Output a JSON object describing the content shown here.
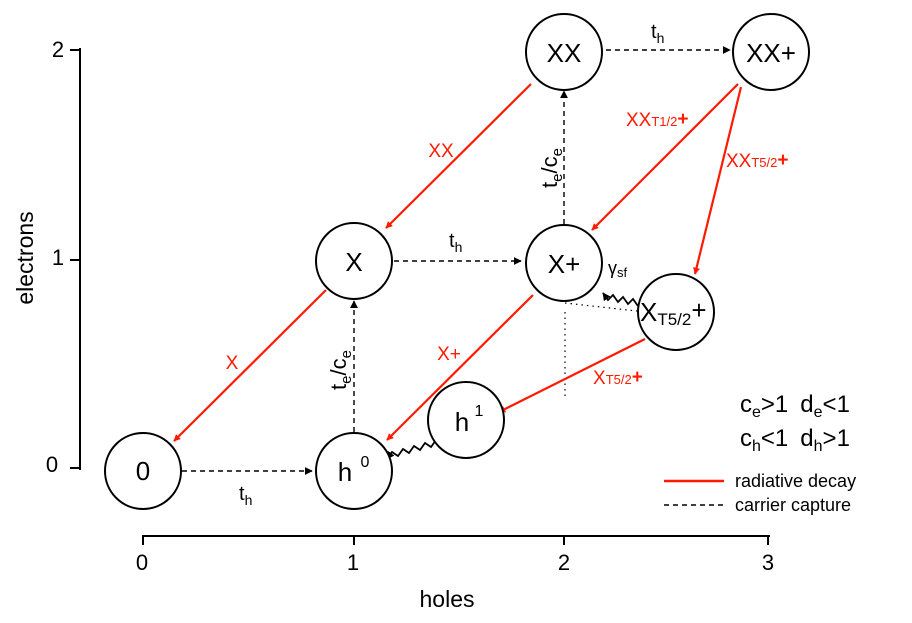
{
  "axes": {
    "x_label": "holes",
    "y_label": "electrons",
    "x_ticks": [
      "0",
      "1",
      "2",
      "3"
    ],
    "y_ticks": [
      "0",
      "1",
      "2"
    ]
  },
  "nodes": {
    "n0": "0",
    "h0_base": "h",
    "h0_sup": "0",
    "X": "X",
    "h1_base": "h",
    "h1_sup": "1",
    "Xplus": "X+",
    "XX": "XX",
    "XXplus": "XX+",
    "XT52_base": "X",
    "XT52_sub": "T5/2",
    "XT52_plus": "+"
  },
  "transitions": {
    "X": "X",
    "XX": "XX",
    "Xplus": "X+",
    "XXT12_base": "XX",
    "XXT12_sub": "T1/2",
    "XXT12_plus": "+",
    "XXT52_base": "XX",
    "XXT52_sub": "T5/2",
    "XXT52_plus": "+",
    "XT52_base": "X",
    "XT52_sub": "T5/2",
    "XT52_plus": "+"
  },
  "captures": {
    "th_base": "t",
    "th_sub": "h",
    "te_base": "t",
    "te_sub": "e",
    "slash": "/",
    "ce_base": "c",
    "ce_sub": "e",
    "gamma": "γ",
    "gamma_sub": "sf"
  },
  "conditions": {
    "line1": {
      "c_base": "c",
      "c_sub": "e",
      "c_rel": ">1",
      "d_base": "d",
      "d_sub": "e",
      "d_rel": "<1"
    },
    "line2": {
      "c_base": "c",
      "c_sub": "h",
      "c_rel": "<1",
      "d_base": "d",
      "d_sub": "h",
      "d_rel": ">1"
    }
  },
  "legend": {
    "radiative": "radiative decay",
    "capture": "carrier capture"
  },
  "colors": {
    "radiative": "#ff1a00",
    "capture": "#000000"
  }
}
